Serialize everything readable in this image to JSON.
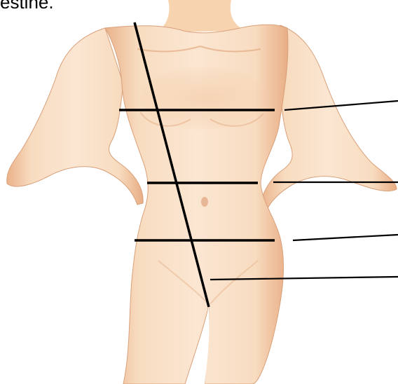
{
  "heading_fragment": "estine.",
  "figure": {
    "subject": "female-torso-front-view",
    "skin_color": "#f7d6b3",
    "skin_shadow_color": "#ebb58a",
    "line_color": "#000000"
  },
  "lines": {
    "body_guide": "diagonal-line",
    "cut_lines": [
      "chest-level",
      "waist-level",
      "hip-level"
    ],
    "label_leaders": [
      "leader-1",
      "leader-2",
      "leader-3",
      "leader-4"
    ]
  }
}
